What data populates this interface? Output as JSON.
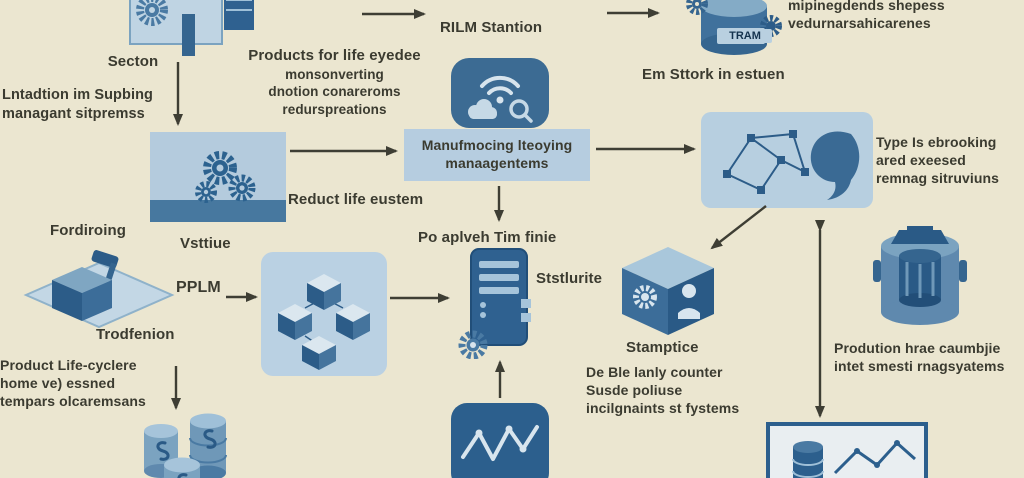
{
  "scene": {
    "background": "#ebe6d0",
    "accent_dark_blue": "#2c5f8d",
    "accent_mid_blue": "#4a7aa3",
    "accent_light_blue": "#b6cde0",
    "arrow_color": "#3e3e34",
    "text_color": "#3b3b30"
  },
  "labels": {
    "secton": "Secton",
    "products_title": "Products for life eyedee",
    "products_sub": "monsonverting\ndnotion conareroms\nredurspreations",
    "rilm_station": "RILM Stantion",
    "top_right": "mipinegdends shepess\nvedurnarsahicarenes",
    "em_stork": "Em Sttork in estuen",
    "lntadtion": "Lntadtion im Supbing\nmanagant sitpremss",
    "manufacturing": "Manufmocing lteoying\nmanaagentems",
    "type_is": "Type Is ebrooking\nared exeesed\nremnag sitruviuns",
    "reduct": "Reduct life eustem",
    "fordiroing": "Fordiroing",
    "vsttiue": "Vsttiue",
    "po_aplveh": "Po aplveh Tim finie",
    "ststlurite": "Ststlurite",
    "pplm": "PPLM",
    "trodfenion": "Trodfenion",
    "stamptice": "Stamptice",
    "product_life": "Product Life-cyclere\nhome ve) essned\ntempars olcaremsans",
    "de_ble": "De Ble lanly counter\nSusde poliuse\nincilgnaints st fystems",
    "prodution": "Prodution hrae caumbjie\nintet smesti rnagsyatems",
    "tram": "TRAM"
  },
  "icons": {
    "factory-icon": "factory building with gear",
    "tram-cylinder-icon": "database cylinder with gears",
    "wifi-cloud-icon": "wifi, cloud and magnifier tile",
    "gears-panel-icon": "panel with gears",
    "network-leaf-icon": "node network with leaf bubble",
    "platform-box-icon": "isometric platform with box and mallet",
    "blocks-icon": "isometric blocks tile",
    "server-icon": "server tower with gear",
    "cube-gear-icon": "isometric cube with gear and face",
    "mixer-machine-icon": "cylindrical machine",
    "waveform-icon": "waveform tile",
    "coin-stacks-icon": "stacked coin cylinders",
    "chart-panel-icon": "framed chart with database"
  }
}
